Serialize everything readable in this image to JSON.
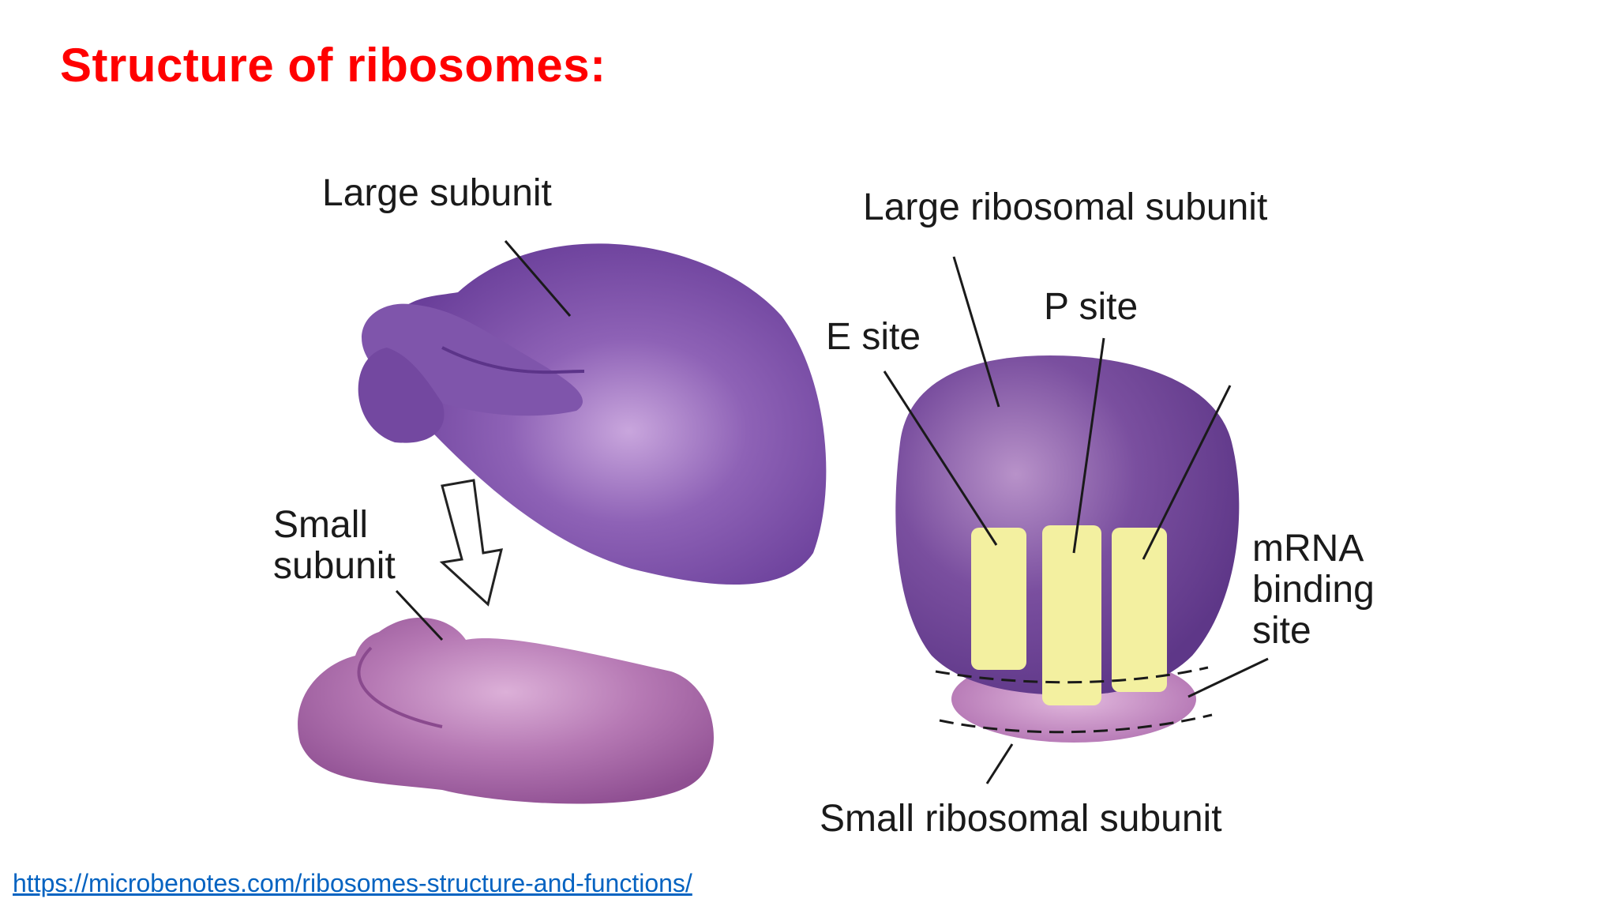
{
  "slide": {
    "title": "Structure of ribosomes:",
    "source_url": "https://microbenotes.com/ribosomes-structure-and-functions/"
  },
  "diagram": {
    "left": {
      "large_label": "Large subunit",
      "small_label_line1": "Small",
      "small_label_line2": "subunit"
    },
    "right": {
      "large_label": "Large ribosomal subunit",
      "e_site": "E site",
      "p_site": "P site",
      "mrna_line1": "mRNA",
      "mrna_line2": "binding",
      "mrna_line3": "site",
      "small_label": "Small ribosomal subunit"
    }
  },
  "colors": {
    "title": "#ff0000",
    "link": "#0563c1",
    "large_subunit": "#7b53a6",
    "small_subunit": "#a35fa3",
    "tRNA_site": "#f3f0a0"
  }
}
